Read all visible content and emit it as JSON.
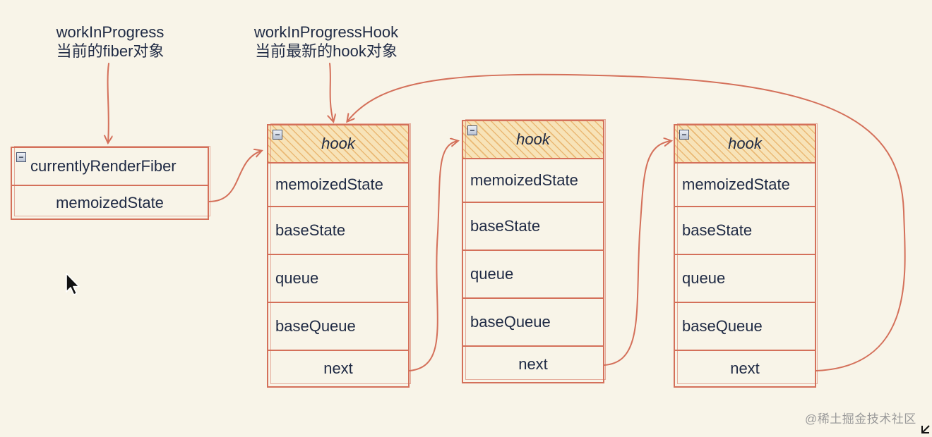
{
  "annotations": {
    "work_in_progress": {
      "line1": "workInProgress",
      "line2": "当前的fiber对象"
    },
    "work_in_progress_hook": {
      "line1": "workInProgressHook",
      "line2": "当前最新的hook对象"
    }
  },
  "fiber_node": {
    "collapse_glyph": "−",
    "title": "currentlyRenderFiber",
    "field": "memoizedState"
  },
  "hook_nodes": [
    {
      "collapse_glyph": "−",
      "title": "hook",
      "fields": [
        "memoizedState",
        "baseState",
        "queue",
        "baseQueue",
        "next"
      ]
    },
    {
      "collapse_glyph": "−",
      "title": "hook",
      "fields": [
        "memoizedState",
        "baseState",
        "queue",
        "baseQueue",
        "next"
      ]
    },
    {
      "collapse_glyph": "−",
      "title": "hook",
      "fields": [
        "memoizedState",
        "baseState",
        "queue",
        "baseQueue",
        "next"
      ]
    }
  ],
  "watermark": "@稀土掘金技术社区",
  "colors": {
    "background": "#f8f4e8",
    "stroke": "#d4705a",
    "header_fill": "#f7e3b8",
    "text": "#1f2a44"
  },
  "icons": [
    "minus-collapse-icon",
    "mouse-pointer-icon",
    "resize-corner-icon"
  ]
}
